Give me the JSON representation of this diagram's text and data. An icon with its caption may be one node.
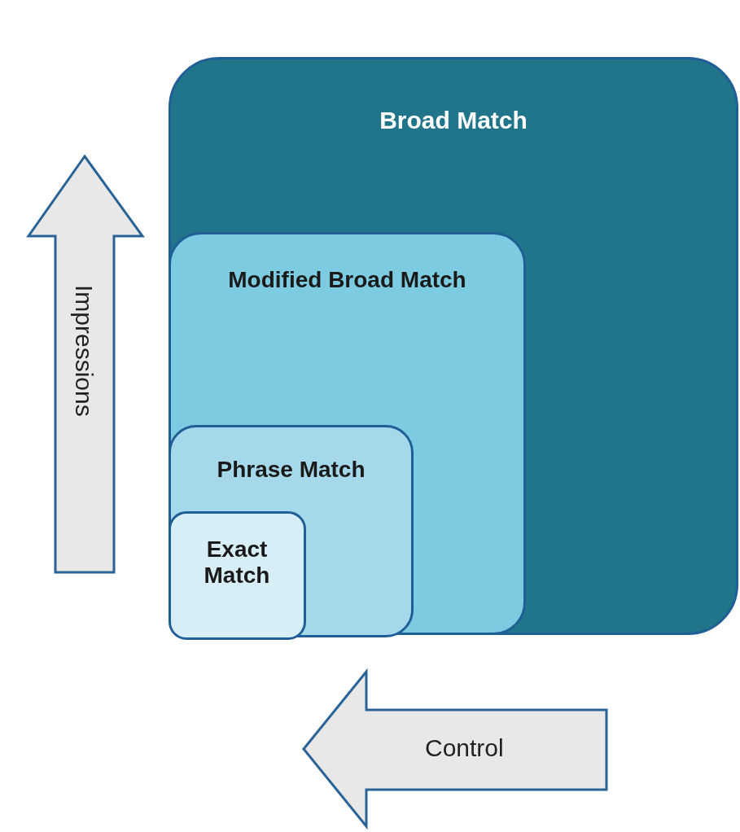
{
  "diagram": {
    "nodes": [
      {
        "text": [
          "Broad Match"
        ]
      },
      {
        "text": [
          "Modified Broad Match"
        ],
        "in": 0
      },
      {
        "text": [
          "Phrase Match"
        ],
        "in": 1
      },
      {
        "text": [
          "Exact Match"
        ],
        "in": 2
      }
    ],
    "labels": [
      "Impressions",
      "Control"
    ]
  }
}
